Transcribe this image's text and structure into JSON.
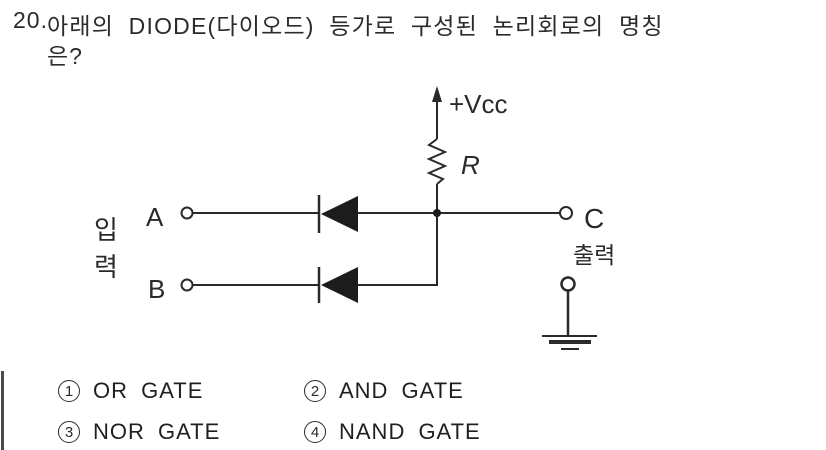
{
  "question": {
    "number": "20.",
    "line1": "아래의 DIODE(다이오드) 등가로 구성된 논리회로의 명칭",
    "line2": "은?"
  },
  "circuit": {
    "power_label": "+Vcc",
    "resistor_label": "R",
    "input_label_chars": [
      "입",
      "력"
    ],
    "input_a": "A",
    "input_b": "B",
    "output_terminal": "C",
    "output_label": "출력"
  },
  "options": [
    {
      "number": "1",
      "label": "OR GATE"
    },
    {
      "number": "2",
      "label": "AND GATE"
    },
    {
      "number": "3",
      "label": "NOR GATE"
    },
    {
      "number": "4",
      "label": "NAND GATE"
    }
  ],
  "colors": {
    "ink": "#2a2a2a",
    "diode_fill": "#1c1c1c",
    "background": "#ffffff"
  }
}
